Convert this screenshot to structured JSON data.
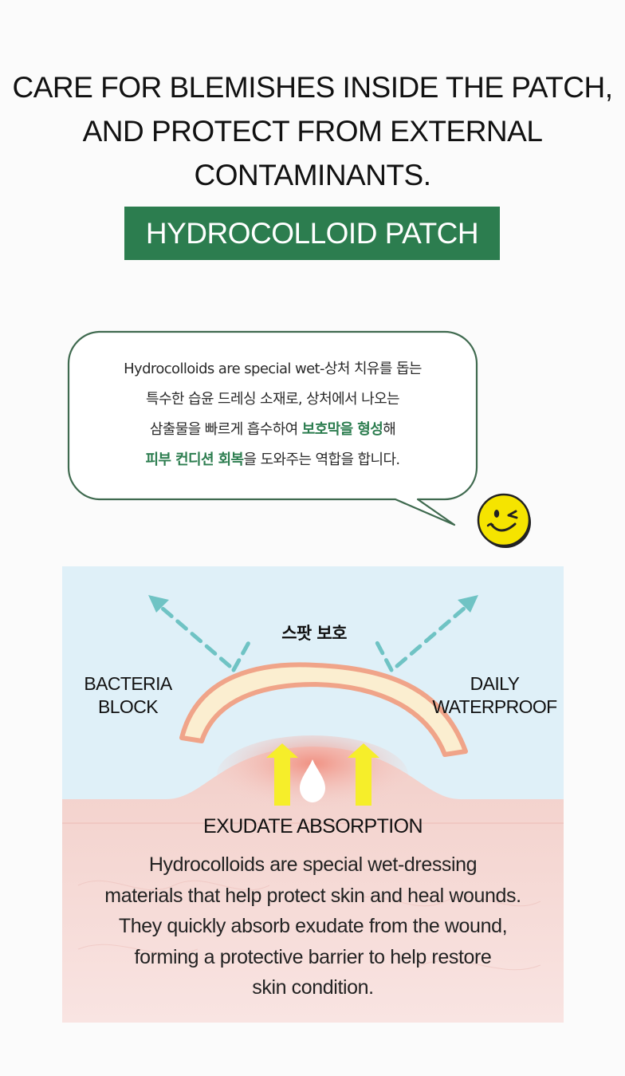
{
  "headline": {
    "line1": "CARE FOR BLEMISHES INSIDE THE PATCH,",
    "line2": "AND PROTECT FROM EXTERNAL",
    "line3": "CONTAMINANTS."
  },
  "badge": {
    "label": "HYDROCOLLOID PATCH",
    "color": "#2c7d4f"
  },
  "bubble": {
    "line1": "Hydrocolloids are special wet-상처 치유를 돕는",
    "line2": "특수한 습윤 드레싱 소재로, 상처에서 나오는",
    "line3_pre": "삼출물을 빠르게 흡수하여 ",
    "line3_hl": "보호막을 형성",
    "line3_post": "해",
    "line4_hl": "피부 컨디션 회복",
    "line4_post": "을 도와주는 역합을 합니다.",
    "border_color": "#3f6a4f"
  },
  "smiley": {
    "icon": "winking-smiley-icon",
    "color": "#f5e400"
  },
  "diagram": {
    "spot_label": "스팟 보호",
    "left_label_1": "BACTERIA",
    "left_label_2": "BLOCK",
    "right_label_1": "DAILY",
    "right_label_2": "WATERPROOF",
    "exudate_label": "EXUDATE ABSORPTION",
    "desc": [
      "Hydrocolloids are special wet-dressing",
      "materials that help protect skin and heal wounds.",
      "They quickly absorb exudate from the wound,",
      "forming a protective barrier to help restore",
      "skin condition."
    ],
    "colors": {
      "sky": "#dff0f8",
      "skin": "#f6d6d3",
      "patch_fill": "#fbeed0",
      "patch_border": "#f0a489",
      "arrow_teal": "#6fc3c4",
      "arrow_yellow": "#f6ee2a"
    }
  }
}
